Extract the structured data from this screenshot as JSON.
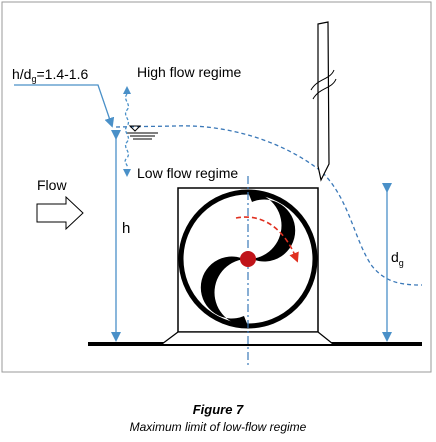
{
  "labels": {
    "ratio_prefix": "h/d",
    "ratio_sub": "g",
    "ratio_value": "=1.4-1.6",
    "high_flow": "High flow regime",
    "low_flow": "Low flow regime",
    "flow": "Flow",
    "h": "h",
    "dg_main": "d",
    "dg_sub": "g"
  },
  "caption": {
    "title": "Figure 7",
    "subtitle": "Maximum limit of low-flow regime"
  },
  "colors": {
    "arrow_blue": "#4a90c8",
    "water_dash": "#3a78b8",
    "rotation_red": "#e03020",
    "hub_red": "#c0141a",
    "ink": "#000000"
  }
}
